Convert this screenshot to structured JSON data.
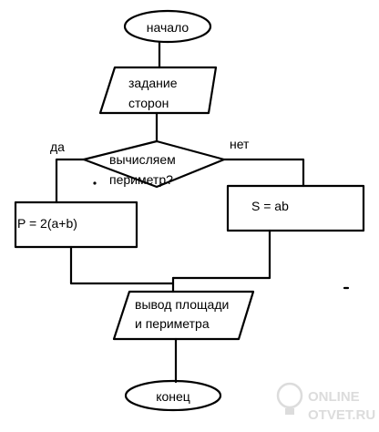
{
  "diagram": {
    "start_label": "начало",
    "input_label_line1": "задание",
    "input_label_line2": "сторон",
    "decision_label_line1": "вычисляем",
    "decision_label_line2": "периметр?",
    "yes_label": "да",
    "no_label": "нет",
    "yes_process_label": "P = 2(a+b)",
    "no_process_label": "S = ab",
    "output_label_line1": "вывод площади",
    "output_label_line2": "и периметра",
    "end_label": "конец"
  },
  "watermark": {
    "line1": "ONLINE",
    "line2": "OTVET.RU"
  }
}
